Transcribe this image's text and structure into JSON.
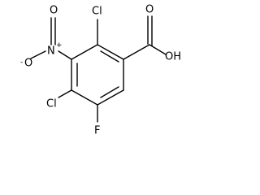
{
  "structure": {
    "atoms": {
      "cl_top": "Cl",
      "o_carbonyl": "O",
      "oh": "OH",
      "nitro_o_top": "O",
      "nitro_n": "N",
      "nitro_o_left": "O",
      "nitro_charge_n": "+",
      "nitro_charge_o": "-",
      "cl_left": "Cl",
      "f_bottom": "F"
    }
  },
  "colors": {
    "ink": "#000000",
    "background": "#ffffff"
  }
}
